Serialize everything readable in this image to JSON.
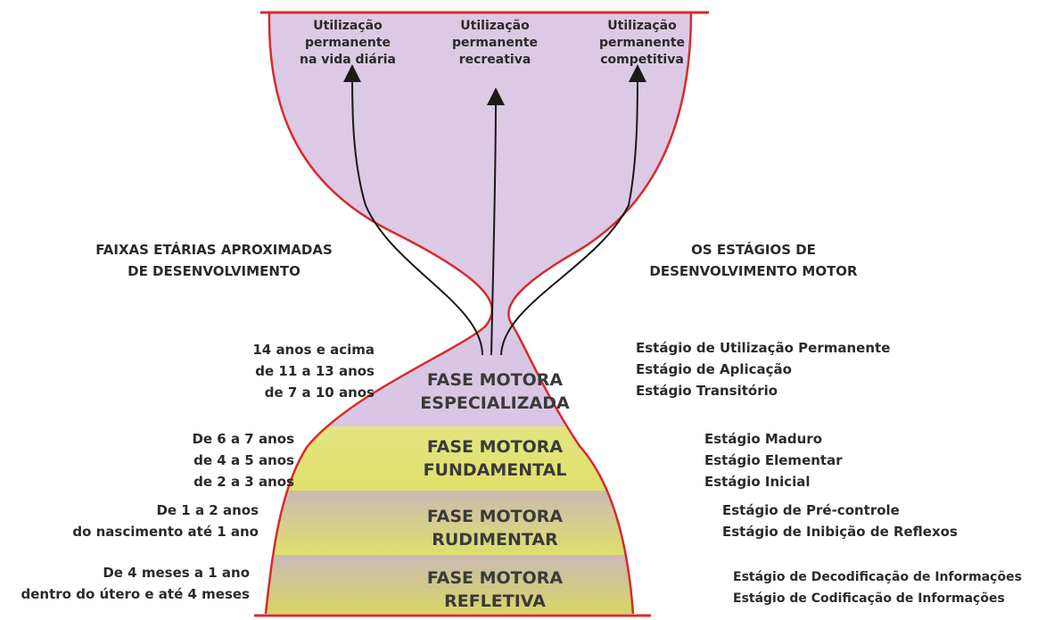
{
  "top_uses": [
    [
      "Utilização",
      "permanente",
      "na vida diária"
    ],
    [
      "Utilização",
      "permanente",
      "recreativa"
    ],
    [
      "Utilização",
      "permanente",
      "competitiva"
    ]
  ],
  "left_heading": [
    "FAIXAS ETÁRIAS APROXIMADAS",
    "DE DESENVOLVIMENTO"
  ],
  "right_heading": [
    "OS ESTÁGIOS DE",
    "DESENVOLVIMENTO MOTOR"
  ],
  "phases": [
    {
      "name": [
        "FASE MOTORA",
        "ESPECIALIZADA"
      ],
      "ages": [
        "14 anos e acima",
        "de 11 a 13 anos",
        "de 7 a 10 anos"
      ],
      "stages": [
        "Estágio de Utilização Permanente",
        "Estágio de Aplicação",
        "Estágio Transitório"
      ]
    },
    {
      "name": [
        "FASE MOTORA",
        "FUNDAMENTAL"
      ],
      "ages": [
        "De 6 a 7 anos",
        "de 4 a 5 anos",
        "de 2 a 3 anos"
      ],
      "stages": [
        "Estágio Maduro",
        "Estágio Elementar",
        "Estágio Inicial"
      ]
    },
    {
      "name": [
        "FASE MOTORA",
        "RUDIMENTAR"
      ],
      "ages": [
        "De 1 a 2 anos",
        "do nascimento até 1 ano"
      ],
      "stages": [
        "Estágio de Pré-controle",
        "Estágio de Inibição de Reflexos"
      ]
    },
    {
      "name": [
        "FASE MOTORA",
        "REFLETIVA"
      ],
      "ages": [
        "De 4 meses a 1 ano",
        "dentro do útero e até 4 meses"
      ],
      "stages": [
        "Estágio de Decodificação de Informações",
        "Estágio de Codificação de Informações"
      ]
    }
  ],
  "colors": {
    "outline": "#d62b2b",
    "top_purple": "#dcc9e6",
    "specialized_purple": "#d9c6e4",
    "fundamental_yellow": "#dfe06a",
    "rudimentary_mauve": "#cbb9b5",
    "reflexive_yellow": "#d9d75e",
    "arrow": "#1a1a1a"
  }
}
